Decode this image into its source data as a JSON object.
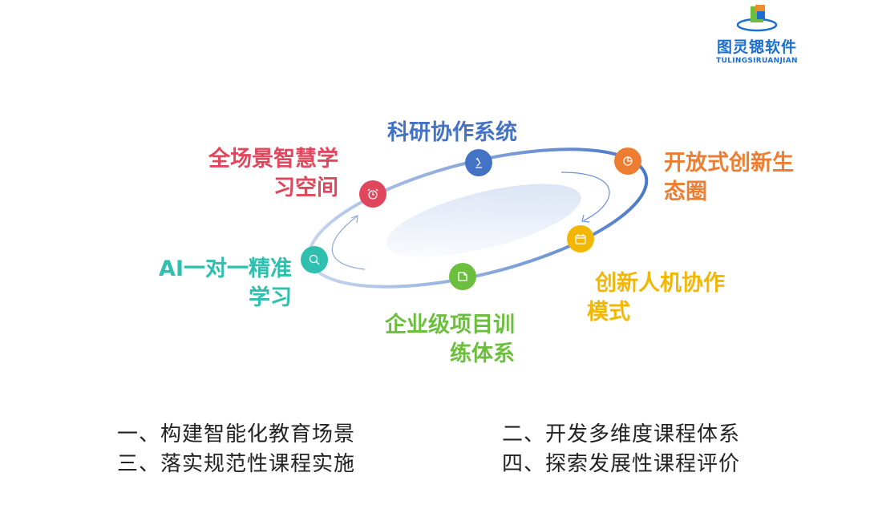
{
  "logo": {
    "name": "图灵锶软件",
    "sub": "TULINGSIRUANJIAN"
  },
  "nodes": [
    {
      "label": "科研协作系统",
      "icon": "microscope-icon",
      "color": "#4472c4"
    },
    {
      "label_1": "全场景智慧学",
      "label_2": "习空间",
      "icon": "alarm-clock-icon",
      "color": "#e0475c"
    },
    {
      "label_1": "开放式创新生",
      "label_2": "态圈",
      "icon": "pie-chart-icon",
      "color": "#ed7d31"
    },
    {
      "label_1": "AI一对一精准",
      "label_2": "学习",
      "icon": "search-icon",
      "color": "#2ebfae"
    },
    {
      "label_1": "创新人机协作",
      "label_2": "模式",
      "icon": "calendar-icon",
      "color": "#f2b705"
    },
    {
      "label_1": "企业级项目训",
      "label_2": "练体系",
      "icon": "note-icon",
      "color": "#6cbf3e"
    }
  ],
  "points": [
    "一、构建智能化教育场景",
    "二、开发多维度课程体系",
    "三、落实规范性课程实施",
    "四、探索发展性课程评价"
  ]
}
